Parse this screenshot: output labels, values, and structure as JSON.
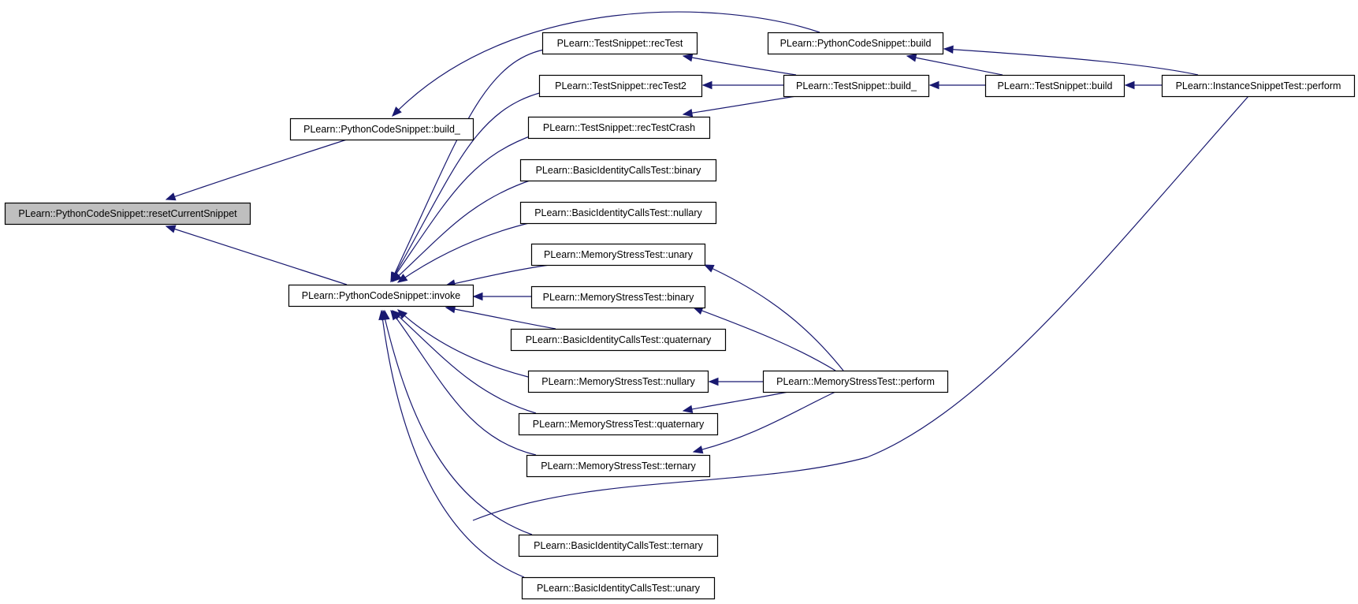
{
  "graph": {
    "edge_color": "#191970",
    "root_fill": "#bfbfbf",
    "nodes": [
      {
        "id": "reset",
        "label": "PLearn::PythonCodeSnippet::resetCurrentSnippet",
        "root": true
      },
      {
        "id": "pybuild_",
        "label": "PLearn::PythonCodeSnippet::build_"
      },
      {
        "id": "invoke",
        "label": "PLearn::PythonCodeSnippet::invoke"
      },
      {
        "id": "pybuild",
        "label": "PLearn::PythonCodeSnippet::build"
      },
      {
        "id": "recTest",
        "label": "PLearn::TestSnippet::recTest"
      },
      {
        "id": "recTest2",
        "label": "PLearn::TestSnippet::recTest2"
      },
      {
        "id": "recTestCrash",
        "label": "PLearn::TestSnippet::recTestCrash"
      },
      {
        "id": "bic_binary",
        "label": "PLearn::BasicIdentityCallsTest::binary"
      },
      {
        "id": "bic_nullary",
        "label": "PLearn::BasicIdentityCallsTest::nullary"
      },
      {
        "id": "ms_unary",
        "label": "PLearn::MemoryStressTest::unary"
      },
      {
        "id": "ms_binary",
        "label": "PLearn::MemoryStressTest::binary"
      },
      {
        "id": "bic_quaternary",
        "label": "PLearn::BasicIdentityCallsTest::quaternary"
      },
      {
        "id": "ms_nullary",
        "label": "PLearn::MemoryStressTest::nullary"
      },
      {
        "id": "ms_quaternary",
        "label": "PLearn::MemoryStressTest::quaternary"
      },
      {
        "id": "ms_ternary",
        "label": "PLearn::MemoryStressTest::ternary"
      },
      {
        "id": "bic_ternary",
        "label": "PLearn::BasicIdentityCallsTest::ternary"
      },
      {
        "id": "bic_unary",
        "label": "PLearn::BasicIdentityCallsTest::unary"
      },
      {
        "id": "tsbuild_",
        "label": "PLearn::TestSnippet::build_"
      },
      {
        "id": "tsbuild",
        "label": "PLearn::TestSnippet::build"
      },
      {
        "id": "msperform",
        "label": "PLearn::MemoryStressTest::perform"
      },
      {
        "id": "isperform",
        "label": "PLearn::InstanceSnippetTest::perform"
      }
    ],
    "edges": [
      {
        "from": "pybuild_",
        "to": "reset"
      },
      {
        "from": "invoke",
        "to": "reset"
      },
      {
        "from": "pybuild",
        "to": "pybuild_"
      },
      {
        "from": "recTest",
        "to": "invoke"
      },
      {
        "from": "recTest2",
        "to": "invoke"
      },
      {
        "from": "recTestCrash",
        "to": "invoke"
      },
      {
        "from": "bic_binary",
        "to": "invoke"
      },
      {
        "from": "bic_nullary",
        "to": "invoke"
      },
      {
        "from": "ms_unary",
        "to": "invoke"
      },
      {
        "from": "ms_binary",
        "to": "invoke"
      },
      {
        "from": "bic_quaternary",
        "to": "invoke"
      },
      {
        "from": "ms_nullary",
        "to": "invoke"
      },
      {
        "from": "ms_quaternary",
        "to": "invoke"
      },
      {
        "from": "ms_ternary",
        "to": "invoke"
      },
      {
        "from": "bic_ternary",
        "to": "invoke"
      },
      {
        "from": "bic_unary",
        "to": "invoke"
      },
      {
        "from": "isperform",
        "to": "invoke"
      },
      {
        "from": "tsbuild_",
        "to": "recTest"
      },
      {
        "from": "tsbuild_",
        "to": "recTest2"
      },
      {
        "from": "tsbuild_",
        "to": "recTestCrash"
      },
      {
        "from": "tsbuild",
        "to": "tsbuild_"
      },
      {
        "from": "tsbuild",
        "to": "pybuild"
      },
      {
        "from": "isperform",
        "to": "pybuild"
      },
      {
        "from": "isperform",
        "to": "tsbuild"
      },
      {
        "from": "msperform",
        "to": "ms_unary"
      },
      {
        "from": "msperform",
        "to": "ms_binary"
      },
      {
        "from": "msperform",
        "to": "ms_nullary"
      },
      {
        "from": "msperform",
        "to": "ms_quaternary"
      },
      {
        "from": "msperform",
        "to": "ms_ternary"
      }
    ]
  }
}
